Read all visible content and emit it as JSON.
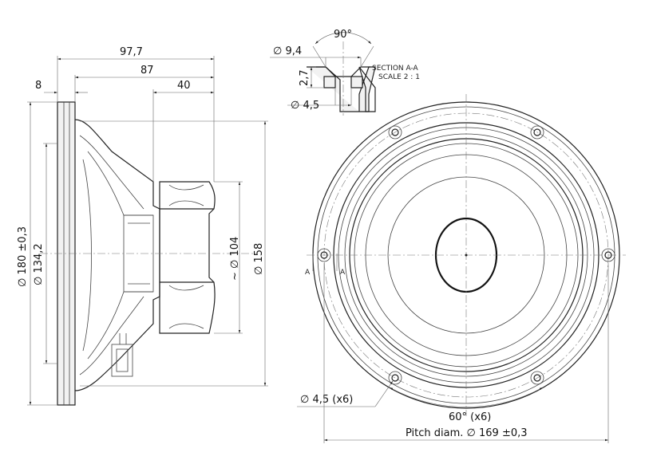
{
  "labels": {
    "dim_overall_depth": "97,7",
    "dim_frame_to_magnet": "87",
    "dim_magnet_depth": "40",
    "dim_flange": "8",
    "dim_outer_diam": "∅ 180 ±0,3",
    "dim_cutout_diam": "∅ 134,2",
    "dim_magnet_diam": "~ ∅ 104",
    "dim_cone_diam": "∅ 158",
    "dim_hole_top": "∅ 9,4",
    "dim_hole_bottom": "∅ 4,5",
    "dim_hole_depth": "2,7",
    "dim_countersink_angle": "90°",
    "section_title": "SECTION A-A",
    "section_scale": "SCALE 2 : 1",
    "dim_mount_holes": "∅ 4,5 (x6)",
    "dim_hole_spacing": "60° (x6)",
    "dim_pitch": "Pitch diam.  ∅ 169 ±0,3",
    "section_marker": "A"
  }
}
